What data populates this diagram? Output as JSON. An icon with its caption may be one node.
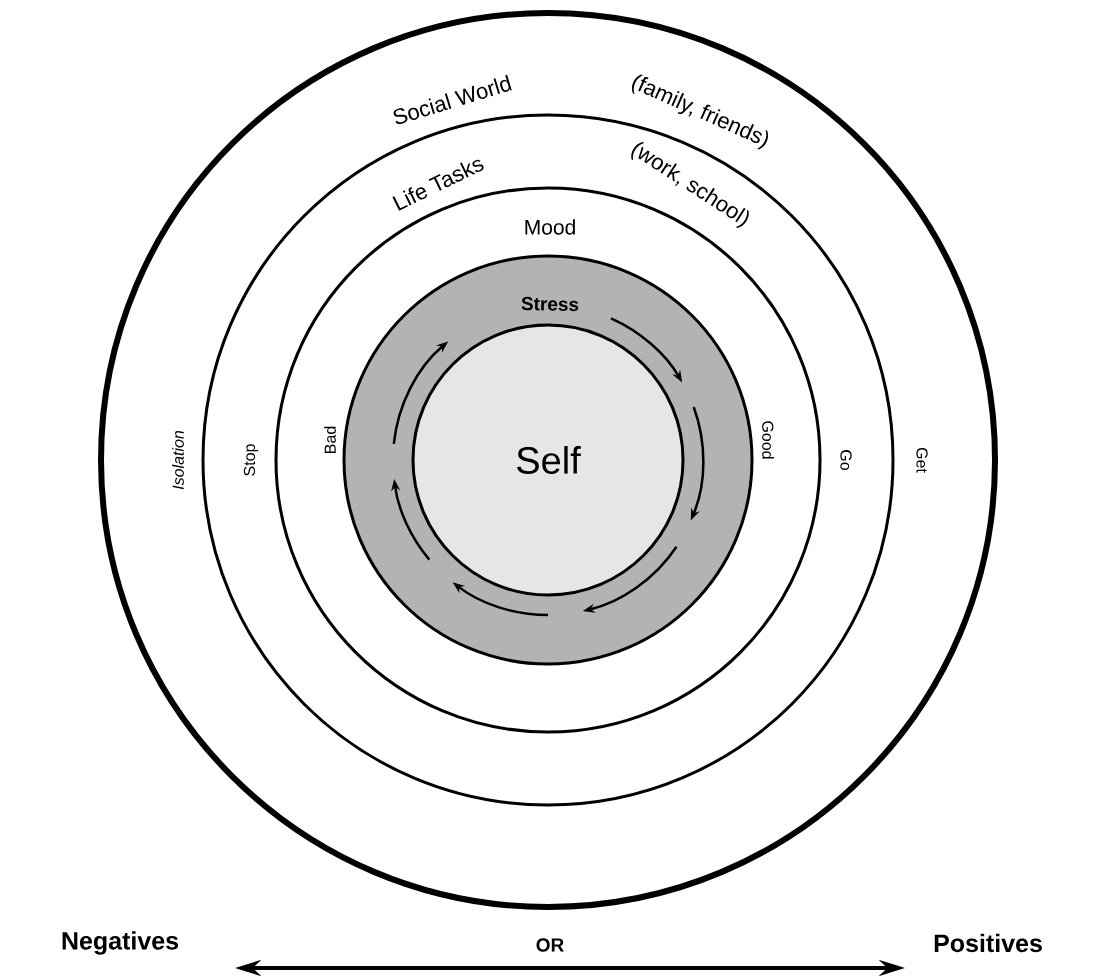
{
  "diagram": {
    "nodes": [
      {
        "text": [
          "Social World",
          "(family, friends)",
          "Isolation",
          "Get"
        ]
      },
      {
        "text": [
          "Life Tasks",
          "(work, school)",
          "Stop",
          "Go"
        ],
        "in": 0
      },
      {
        "text": [
          "Mood",
          "Bad",
          "Good"
        ],
        "in": 1
      },
      {
        "text": [
          "Stress"
        ],
        "in": 2
      },
      {
        "text": [
          "Self"
        ],
        "in": 3
      }
    ],
    "edges": [],
    "labels": [
      "Negatives",
      "OR",
      "Positives"
    ]
  }
}
